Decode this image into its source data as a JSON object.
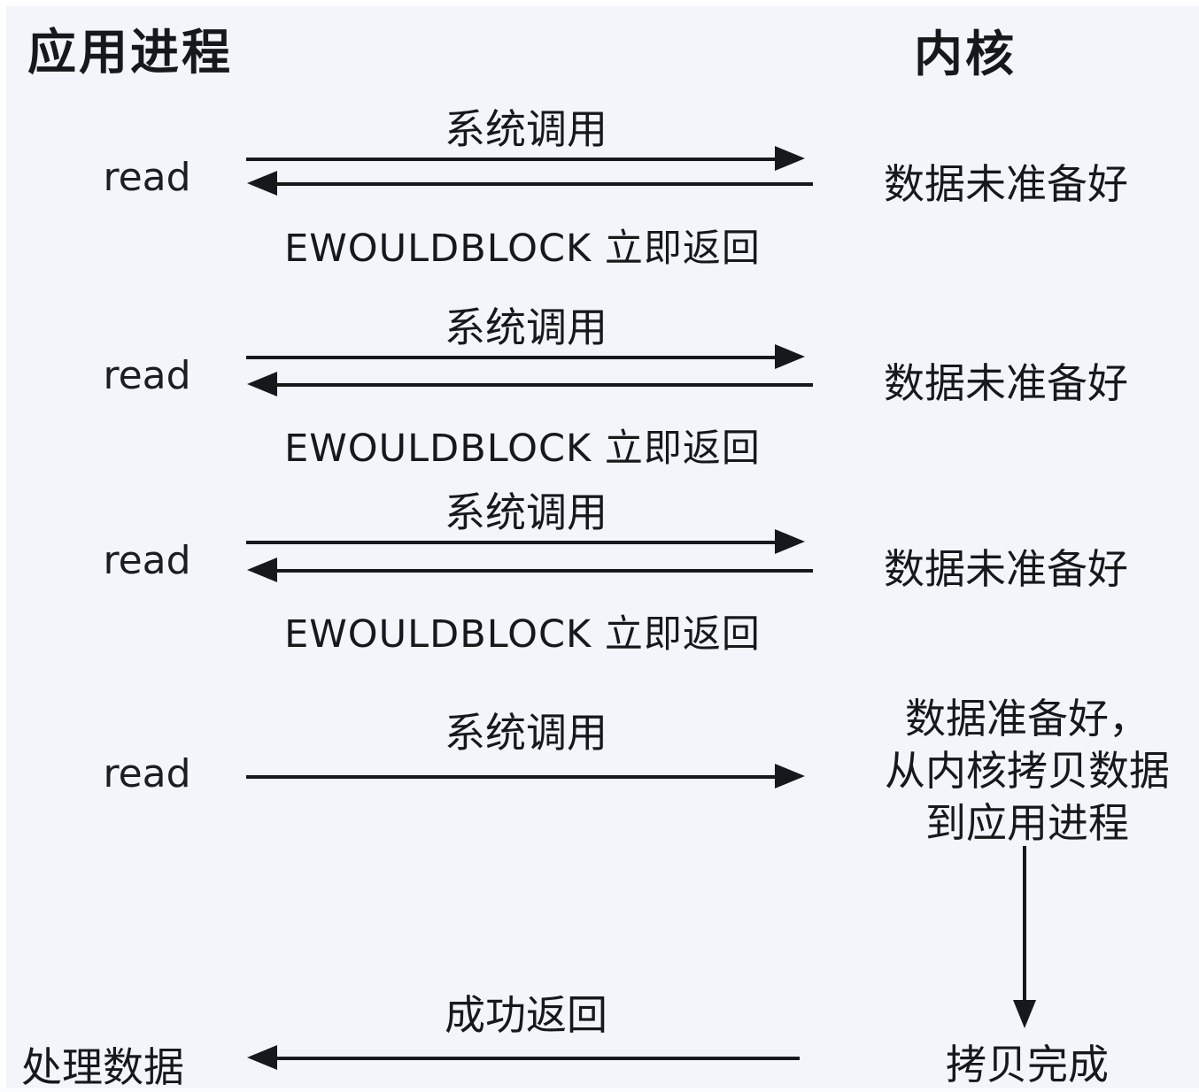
{
  "diagram": {
    "left_header": "应用进程",
    "right_header": "内核",
    "rounds": [
      {
        "caller": "read",
        "call_label": "系统调用",
        "return_label": "EWOULDBLOCK 立即返回",
        "kernel_status": "数据未准备好"
      },
      {
        "caller": "read",
        "call_label": "系统调用",
        "return_label": "EWOULDBLOCK 立即返回",
        "kernel_status": "数据未准备好"
      },
      {
        "caller": "read",
        "call_label": "系统调用",
        "return_label": "EWOULDBLOCK 立即返回",
        "kernel_status": "数据未准备好"
      }
    ],
    "final_round": {
      "caller": "read",
      "call_label": "系统调用",
      "kernel_status_line1": "数据准备好，",
      "kernel_status_line2": "从内核拷贝数据",
      "kernel_status_line3": "到应用进程",
      "copy_done": "拷贝完成",
      "return_label": "成功返回",
      "process_label": "处理数据"
    },
    "colors": {
      "background": "#f2f5f9",
      "ink": "#17181c"
    }
  }
}
